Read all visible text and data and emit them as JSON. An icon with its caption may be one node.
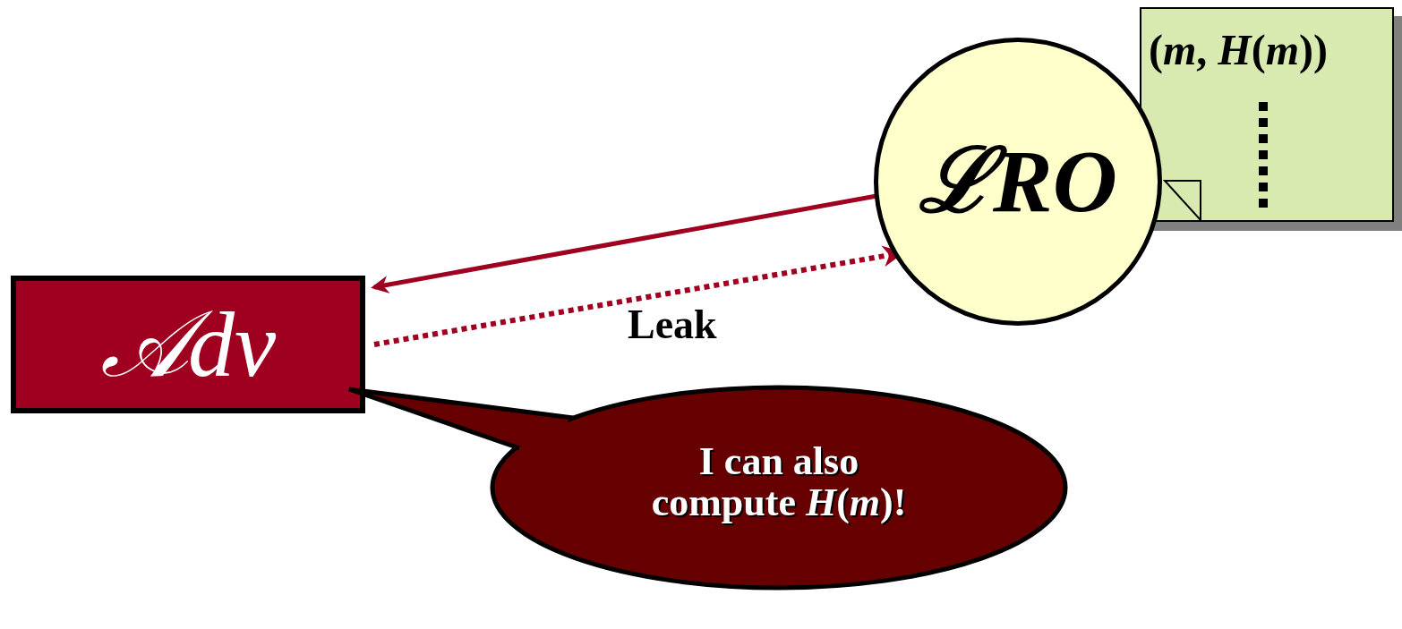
{
  "diagram": {
    "nodes": [
      {
        "text": [
          "𝒜dv"
        ]
      },
      {
        "text": [
          "ℒRO"
        ]
      },
      {
        "text": [
          "(*m*, *H*(*m*))"
        ]
      },
      {
        "text": [
          "I can also compute *H*(*m*)!"
        ]
      }
    ],
    "edges": [
      {
        "from": 1,
        "to": 0,
        "arrow": "to"
      },
      {
        "from": 0,
        "to": 1,
        "arrow": "to",
        "style": "dashed",
        "label": "Leak"
      }
    ]
  }
}
